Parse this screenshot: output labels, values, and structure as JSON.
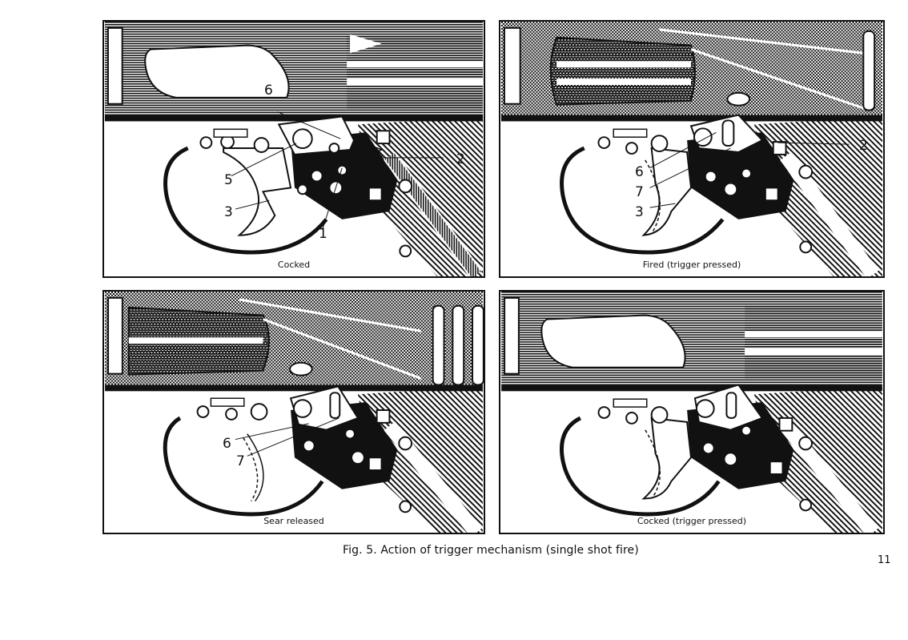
{
  "figure": {
    "title": "Fig. 5.   Action of trigger mechanism (single shot fire)",
    "page_number": "11",
    "panels": [
      {
        "caption": "Cocked",
        "callouts": [
          "6",
          "5",
          "3",
          "1",
          "2"
        ]
      },
      {
        "caption": "Fired (trigger pressed)",
        "callouts": [
          "6",
          "7",
          "3",
          "2"
        ]
      },
      {
        "caption": "Sear released",
        "callouts": [
          "6",
          "7"
        ]
      },
      {
        "caption": "Cocked (trigger pressed)",
        "callouts": []
      }
    ]
  }
}
